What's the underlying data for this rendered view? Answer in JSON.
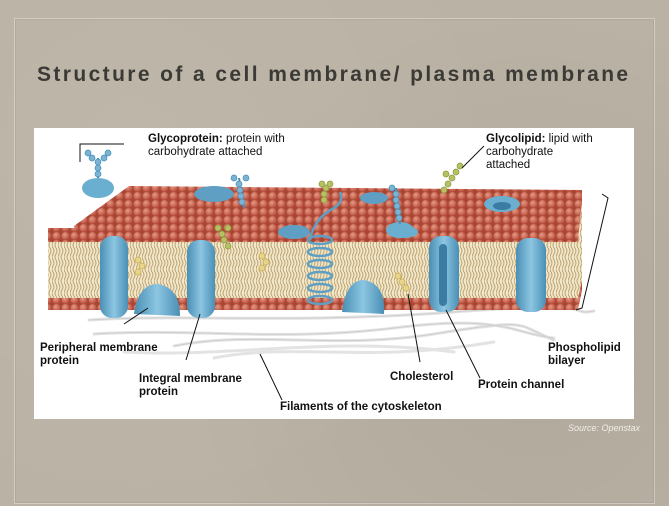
{
  "slide": {
    "title": "Structure of a cell membrane/ plasma membrane",
    "source": "Source: Openstax"
  },
  "diagram": {
    "labels": {
      "glycoprotein_term": "Glycoprotein:",
      "glycoprotein_desc": " protein with\ncarbohydrate attached",
      "glycolipid_term": "Glycolipid:",
      "glycolipid_desc": " lipid with\ncarbohydrate\nattached",
      "peripheral": "Peripheral membrane\nprotein",
      "integral": "Integral membrane\nprotein",
      "filaments": "Filaments of the cytoskeleton",
      "cholesterol": "Cholesterol",
      "protein_channel": "Protein channel",
      "phospholipid": "Phospholipid\nbilayer"
    },
    "colors": {
      "phospholipid_head": "#c9604d",
      "protein": "#6aaed0",
      "carbohydrate": "#7ab3d4",
      "glycolipid_chain": "#b6c161",
      "cholesterol": "#e9d58a",
      "cytoskeleton": "#e5e5e5"
    }
  }
}
